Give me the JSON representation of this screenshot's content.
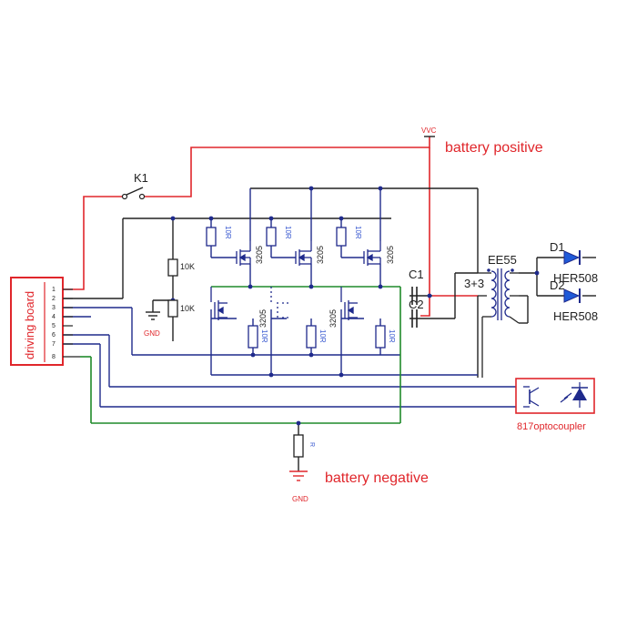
{
  "labels": {
    "k1": "K1",
    "vvc": "VVC",
    "battery_positive": "battery positive",
    "battery_negative": "battery negative",
    "gnd_top": "GND",
    "gnd_bottom": "GND",
    "driving_board": "driving board",
    "r10k_a": "10K",
    "r10k_b": "10K",
    "r_top_1": "10R",
    "r_top_2": "10R",
    "r_top_3": "10R",
    "r_bot_1": "10R",
    "r_bot_2": "10R",
    "r_bot_3": "10R",
    "r_bottom": "R",
    "q_top_1": "3205",
    "q_top_2": "3205",
    "q_top_3": "3205",
    "q_bot_1": "3205",
    "q_bot_2": "3205",
    "c1": "C1",
    "c2": "C2",
    "transformer": "EE55",
    "winding": "3+3",
    "d1": "D1",
    "d2": "D2",
    "her1": "HER508",
    "her2": "HER508",
    "optocoupler": "817optocoupler"
  },
  "connector_pins": [
    "1",
    "2",
    "3",
    "4",
    "5",
    "6",
    "7",
    "8"
  ],
  "colors": {
    "red_wire": "#e0262b",
    "blue_wire": "#1f2a8c",
    "green_wire": "#1f8a2a",
    "black_wire": "#222222",
    "label_red": "#e0262b",
    "label_blue": "#3a5ad0"
  }
}
